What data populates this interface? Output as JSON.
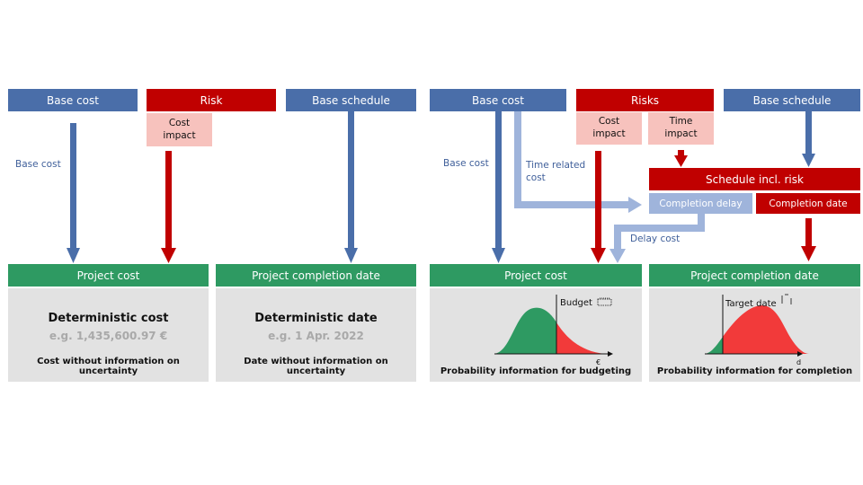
{
  "colors": {
    "blue": "#4a6ea9",
    "red": "#c00000",
    "pink": "#f7c2bd",
    "light_blue": "#9fb4db",
    "green": "#2e9a62",
    "panel_gray": "#e2e2e2",
    "example_gray": "#a9a9a9"
  },
  "left": {
    "base_cost": "Base cost",
    "risk": "Risk",
    "cost_impact": "Cost impact",
    "base_schedule": "Base schedule",
    "base_cost_arrow_label": "Base cost",
    "project_cost": "Project cost",
    "project_completion_date": "Project completion date",
    "cost_panel": {
      "title": "Deterministic cost",
      "example": "e.g. 1,435,600.97 €",
      "caption": "Cost without information on uncertainty"
    },
    "date_panel": {
      "title": "Deterministic date",
      "example": "e.g. 1 Apr. 2022",
      "caption": "Date without information on uncertainty"
    }
  },
  "right": {
    "base_cost": "Base cost",
    "risks": "Risks",
    "cost_impact": "Cost impact",
    "time_impact": "Time impact",
    "base_schedule": "Base schedule",
    "base_cost_arrow_label": "Base cost",
    "time_related_cost": "Time related cost",
    "schedule_incl_risk": "Schedule incl. risk",
    "completion_delay": "Completion delay",
    "completion_date": "Completion date",
    "delay_cost": "Delay cost",
    "project_cost": "Project cost",
    "project_completion_date": "Project completion date",
    "cost_chart": {
      "marker_label": "Budget",
      "axis_unit": "€",
      "caption": "Probability information for budgeting"
    },
    "date_chart": {
      "marker_label": "Target date",
      "axis_unit": "d",
      "caption": "Probability information for completion"
    }
  }
}
